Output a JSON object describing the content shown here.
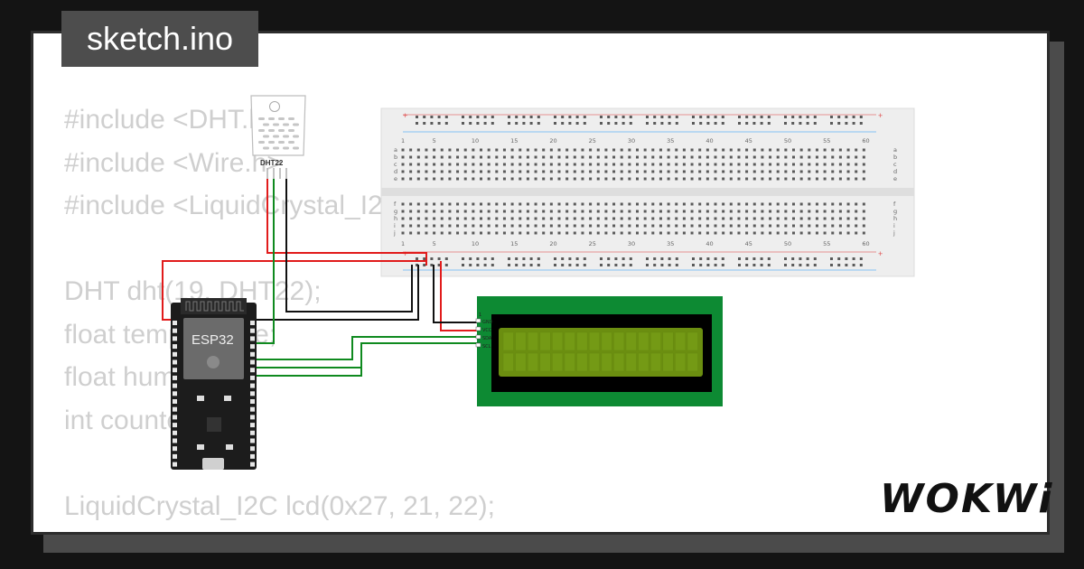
{
  "file_tab": {
    "label": "sketch.ino"
  },
  "code_lines": [
    "#include <DHT.h>",
    "#include <Wire.h>",
    "#include <LiquidCrystal_I2C.h>",
    "",
    "DHT dht(19, DHT22);",
    "float temperature;",
    "float humidity;",
    "int counter = 0;",
    "",
    "LiquidCrystal_I2C lcd(0x27, 21, 22);"
  ],
  "dht_sensor": {
    "label": "DHT22"
  },
  "esp32": {
    "label": "ESP32"
  },
  "lcd": {
    "pins": [
      "GND",
      "VCC",
      "SDA",
      "SCL"
    ],
    "pin1_marker": "1"
  },
  "breadboard": {
    "column_numbers": [
      "1",
      "5",
      "10",
      "15",
      "20",
      "25",
      "30",
      "35",
      "40",
      "45",
      "50",
      "55",
      "60"
    ],
    "top_rows": [
      "a",
      "b",
      "c",
      "d",
      "e"
    ],
    "bottom_rows": [
      "f",
      "g",
      "h",
      "i",
      "j"
    ]
  },
  "logo": {
    "text": "WOKWi"
  },
  "colors": {
    "wire_red": "#e11b1b",
    "wire_green": "#0f8a1f",
    "wire_black": "#111111",
    "lcd_pcb": "#0d8a33",
    "lcd_screen": "#6b8e10",
    "code_text": "#cfcfcf"
  }
}
